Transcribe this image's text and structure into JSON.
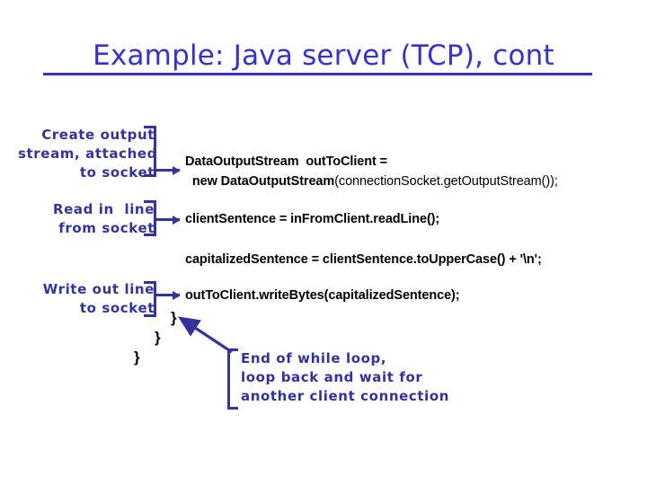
{
  "slide": {
    "title": "Example: Java server (TCP), cont",
    "title_color": "#3333cc",
    "annotation_color": "#333399",
    "code_color": "#000000",
    "background_color": "#ffffff"
  },
  "annotations": [
    {
      "id": "create-output-stream",
      "lines": [
        "Create output",
        "stream, attached",
        "to socket"
      ],
      "text": "Create output\nstream, attached\nto socket"
    },
    {
      "id": "read-in-line",
      "lines": [
        "Read in  line",
        "from socket"
      ],
      "text": "Read in  line\nfrom socket"
    },
    {
      "id": "write-out-line",
      "lines": [
        "Write out line",
        "to socket"
      ],
      "text": "Write out line\nto socket"
    },
    {
      "id": "end-of-while-loop",
      "lines": [
        "End of while loop,",
        "loop back and wait for",
        "another client connection"
      ],
      "text": "End of while loop,\nloop back and wait for\nanother client connection"
    }
  ],
  "code": {
    "line1_bold": "DataOutputStream  outToClient =",
    "line2_bold": "  new DataOutputStream",
    "line2_regular": "(connectionSocket.getOutputStream());",
    "line3": "clientSentence = inFromClient.readLine();",
    "line4": "capitalizedSentence = clientSentence.toUpperCase() + '\\n';",
    "line5": "outToClient.writeBytes(capitalizedSentence);",
    "brace1": "}",
    "brace2": "}",
    "brace3": "}"
  }
}
